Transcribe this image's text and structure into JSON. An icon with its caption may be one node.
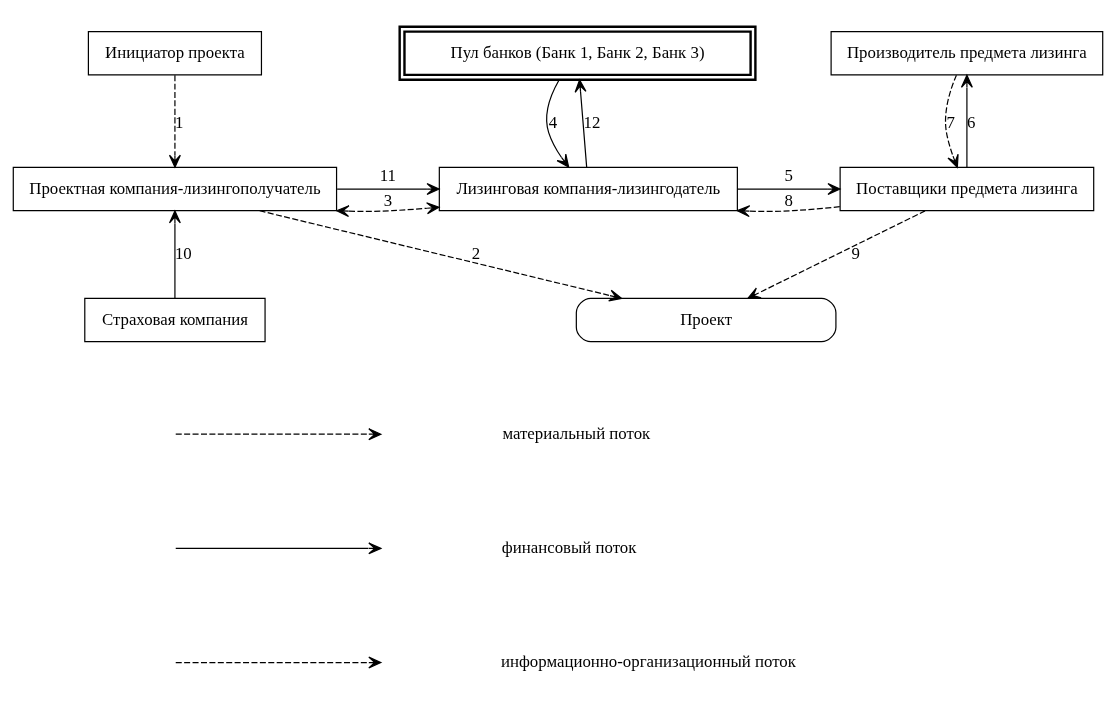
{
  "diagram": {
    "nodes": [
      {
        "text": [
          "Инициатор проекта"
        ]
      },
      {
        "text": [
          "Пул банков (Банк 1, Банк 2, Банк 3)"
        ]
      },
      {
        "text": [
          "Производитель предмета лизинга"
        ]
      },
      {
        "text": [
          "Проектная компания-лизингополучатель"
        ]
      },
      {
        "text": [
          "Лизинговая компания-лизингодатель"
        ]
      },
      {
        "text": [
          "Поставщики предмета лизинга"
        ]
      },
      {
        "text": [
          "Проект"
        ]
      },
      {
        "text": [
          "Страховая компания"
        ]
      }
    ],
    "edges": [
      {
        "from": 0,
        "to": 3,
        "arrow": "to",
        "label": "1",
        "style": "dashed"
      },
      {
        "from": 3,
        "to": 6,
        "arrow": "to",
        "label": "2",
        "style": "dashed"
      },
      {
        "from": 3,
        "to": 4,
        "arrow": "both",
        "label": "3",
        "style": "dashed"
      },
      {
        "from": 3,
        "to": 4,
        "arrow": "to",
        "label": "11"
      },
      {
        "from": 1,
        "to": 4,
        "arrow": "to",
        "label": "4"
      },
      {
        "from": 4,
        "to": 1,
        "arrow": "to",
        "label": "12"
      },
      {
        "from": 4,
        "to": 5,
        "arrow": "to",
        "label": "5"
      },
      {
        "from": 5,
        "to": 2,
        "arrow": "to",
        "label": "6"
      },
      {
        "from": 2,
        "to": 5,
        "arrow": "to",
        "label": "7",
        "style": "dashed"
      },
      {
        "from": 5,
        "to": 4,
        "arrow": "to",
        "label": "8",
        "style": "dashed"
      },
      {
        "from": 5,
        "to": 6,
        "arrow": "to",
        "label": "9",
        "style": "dashed"
      },
      {
        "from": 7,
        "to": 3,
        "arrow": "to",
        "label": "10"
      }
    ],
    "legend": [
      {
        "text": "материальный поток"
      },
      {
        "text": "финансовый поток"
      },
      {
        "text": "информационно-организационный поток"
      }
    ]
  }
}
